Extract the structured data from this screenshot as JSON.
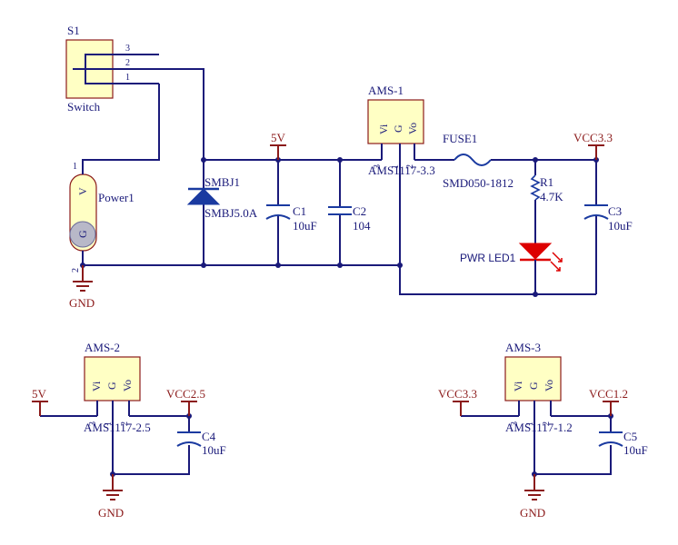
{
  "s1": {
    "ref": "S1",
    "value": "Switch",
    "pins": [
      "3",
      "2",
      "1"
    ]
  },
  "power1": {
    "ref": "Power1",
    "pin_v": "V",
    "pin_g": "G",
    "pin1": "1",
    "pin2": "2"
  },
  "d1": {
    "ref": "SMBJ1",
    "value": "SMBJ5.0A"
  },
  "c1": {
    "ref": "C1",
    "value": "10uF"
  },
  "c2": {
    "ref": "C2",
    "value": "104"
  },
  "c3": {
    "ref": "C3",
    "value": "10uF"
  },
  "c4": {
    "ref": "C4",
    "value": "10uF"
  },
  "c5": {
    "ref": "C5",
    "value": "10uF"
  },
  "ams1": {
    "ref": "AMS-1",
    "value": "AMS1117-3.3",
    "pins": [
      "Vi",
      "G",
      "Vo"
    ],
    "pin_nums": [
      "3",
      "1",
      "2"
    ]
  },
  "ams2": {
    "ref": "AMS-2",
    "value": "AMS1117-2.5",
    "pins": [
      "Vi",
      "G",
      "Vo"
    ],
    "pin_nums": [
      "3",
      "1",
      "2"
    ]
  },
  "ams3": {
    "ref": "AMS-3",
    "value": "AMS1117-1.2",
    "pins": [
      "Vi",
      "G",
      "Vo"
    ],
    "pin_nums": [
      "3",
      "1",
      "2"
    ]
  },
  "fuse1": {
    "ref": "FUSE1",
    "value": "SMD050-1812"
  },
  "r1": {
    "ref": "R1",
    "value": "4.7K"
  },
  "led1": {
    "ref": "PWR LED1"
  },
  "nets": {
    "v5_top": "5V",
    "vcc33_top": "VCC3.3",
    "gnd_top": "GND",
    "v5_left": "5V",
    "vcc25": "VCC2.5",
    "gnd_left": "GND",
    "vcc33_right": "VCC3.3",
    "vcc12": "VCC1.2",
    "gnd_right": "GND"
  },
  "colors": {
    "wire": "#1a1a7a",
    "power": "#8b1a1a",
    "body": "#ffffc4",
    "led": "#dd0000"
  }
}
